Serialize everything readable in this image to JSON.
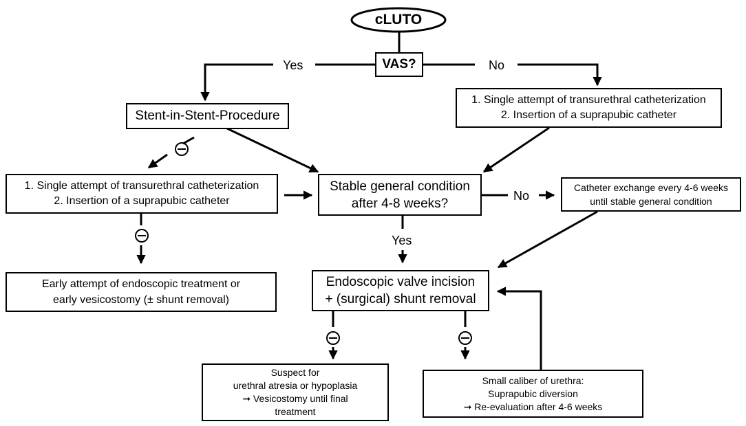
{
  "start": {
    "label": "cLUTO"
  },
  "decision_vas": {
    "label": "VAS?"
  },
  "branch_labels": {
    "yes_top": "Yes",
    "no_top": "No",
    "no_right": "No",
    "yes_down": "Yes"
  },
  "nodes": {
    "stent": {
      "label": "Stent-in-Stent-Procedure"
    },
    "cath_right": {
      "lines": [
        "1. Single attempt of transurethral catheterization",
        "2. Insertion of a suprapubic catheter"
      ]
    },
    "cath_left": {
      "lines": [
        "1. Single attempt of transurethral catheterization",
        "2. Insertion of a suprapubic catheter"
      ]
    },
    "stable": {
      "lines": [
        "Stable general condition",
        "after 4-8 weeks?"
      ]
    },
    "exchange": {
      "lines": [
        "Catheter exchange every 4-6 weeks",
        "until stable general condition"
      ]
    },
    "early": {
      "lines": [
        "Early attempt of endoscopic treatment or",
        "early vesicostomy (± shunt removal)"
      ]
    },
    "valve": {
      "lines": [
        "Endoscopic valve incision",
        "+ (surgical) shunt removal"
      ]
    },
    "suspect": {
      "lines": [
        "Suspect for",
        "urethral atresia or hypoplasia",
        "➞ Vesicostomy until final",
        "treatment"
      ]
    },
    "caliber": {
      "lines": [
        "Small caliber of urethra:",
        "Suprapubic diversion",
        "➞ Re-evaluation after 4-6 weeks"
      ]
    }
  },
  "negative_symbol": "minus-in-circle"
}
